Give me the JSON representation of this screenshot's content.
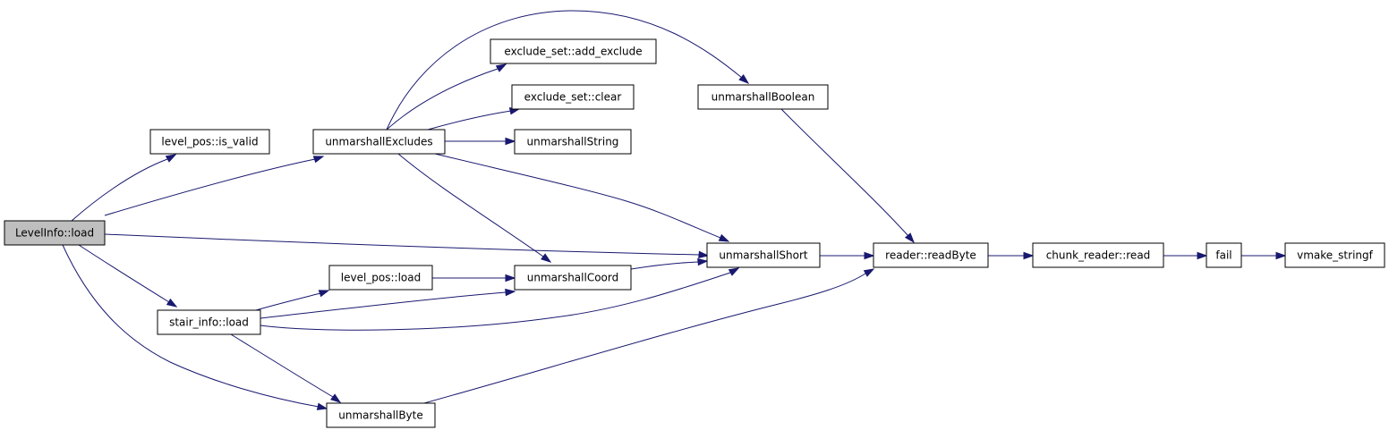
{
  "nodes": {
    "levelinfo_load": "LevelInfo::load",
    "level_pos_is_valid": "level_pos::is_valid",
    "unmarshall_excludes": "unmarshallExcludes",
    "exclude_set_add_exclude": "exclude_set::add_exclude",
    "exclude_set_clear": "exclude_set::clear",
    "unmarshall_string": "unmarshallString",
    "unmarshall_boolean": "unmarshallBoolean",
    "unmarshall_short": "unmarshallShort",
    "level_pos_load": "level_pos::load",
    "unmarshall_coord": "unmarshallCoord",
    "stair_info_load": "stair_info::load",
    "unmarshall_byte": "unmarshallByte",
    "reader_read_byte": "reader::readByte",
    "chunk_reader_read": "chunk_reader::read",
    "fail": "fail",
    "vmake_stringf": "vmake_stringf"
  },
  "edges": [
    [
      "levelinfo_load",
      "level_pos_is_valid"
    ],
    [
      "levelinfo_load",
      "unmarshall_excludes"
    ],
    [
      "levelinfo_load",
      "unmarshall_short"
    ],
    [
      "levelinfo_load",
      "stair_info_load"
    ],
    [
      "levelinfo_load",
      "unmarshall_byte"
    ],
    [
      "unmarshall_excludes",
      "exclude_set_add_exclude"
    ],
    [
      "unmarshall_excludes",
      "exclude_set_clear"
    ],
    [
      "unmarshall_excludes",
      "unmarshall_string"
    ],
    [
      "unmarshall_excludes",
      "unmarshall_boolean"
    ],
    [
      "unmarshall_excludes",
      "unmarshall_short"
    ],
    [
      "unmarshall_excludes",
      "unmarshall_coord"
    ],
    [
      "unmarshall_boolean",
      "reader_read_byte"
    ],
    [
      "unmarshall_short",
      "reader_read_byte"
    ],
    [
      "unmarshall_coord",
      "unmarshall_short"
    ],
    [
      "level_pos_load",
      "unmarshall_coord"
    ],
    [
      "stair_info_load",
      "level_pos_load"
    ],
    [
      "stair_info_load",
      "unmarshall_coord"
    ],
    [
      "stair_info_load",
      "unmarshall_short"
    ],
    [
      "stair_info_load",
      "unmarshall_byte"
    ],
    [
      "unmarshall_byte",
      "reader_read_byte"
    ],
    [
      "reader_read_byte",
      "chunk_reader_read"
    ],
    [
      "chunk_reader_read",
      "fail"
    ],
    [
      "fail",
      "vmake_stringf"
    ]
  ],
  "colors": {
    "edge": "#191970",
    "root_fill": "#bfbfbf",
    "node_fill": "#ffffff",
    "node_stroke": "#000000"
  }
}
